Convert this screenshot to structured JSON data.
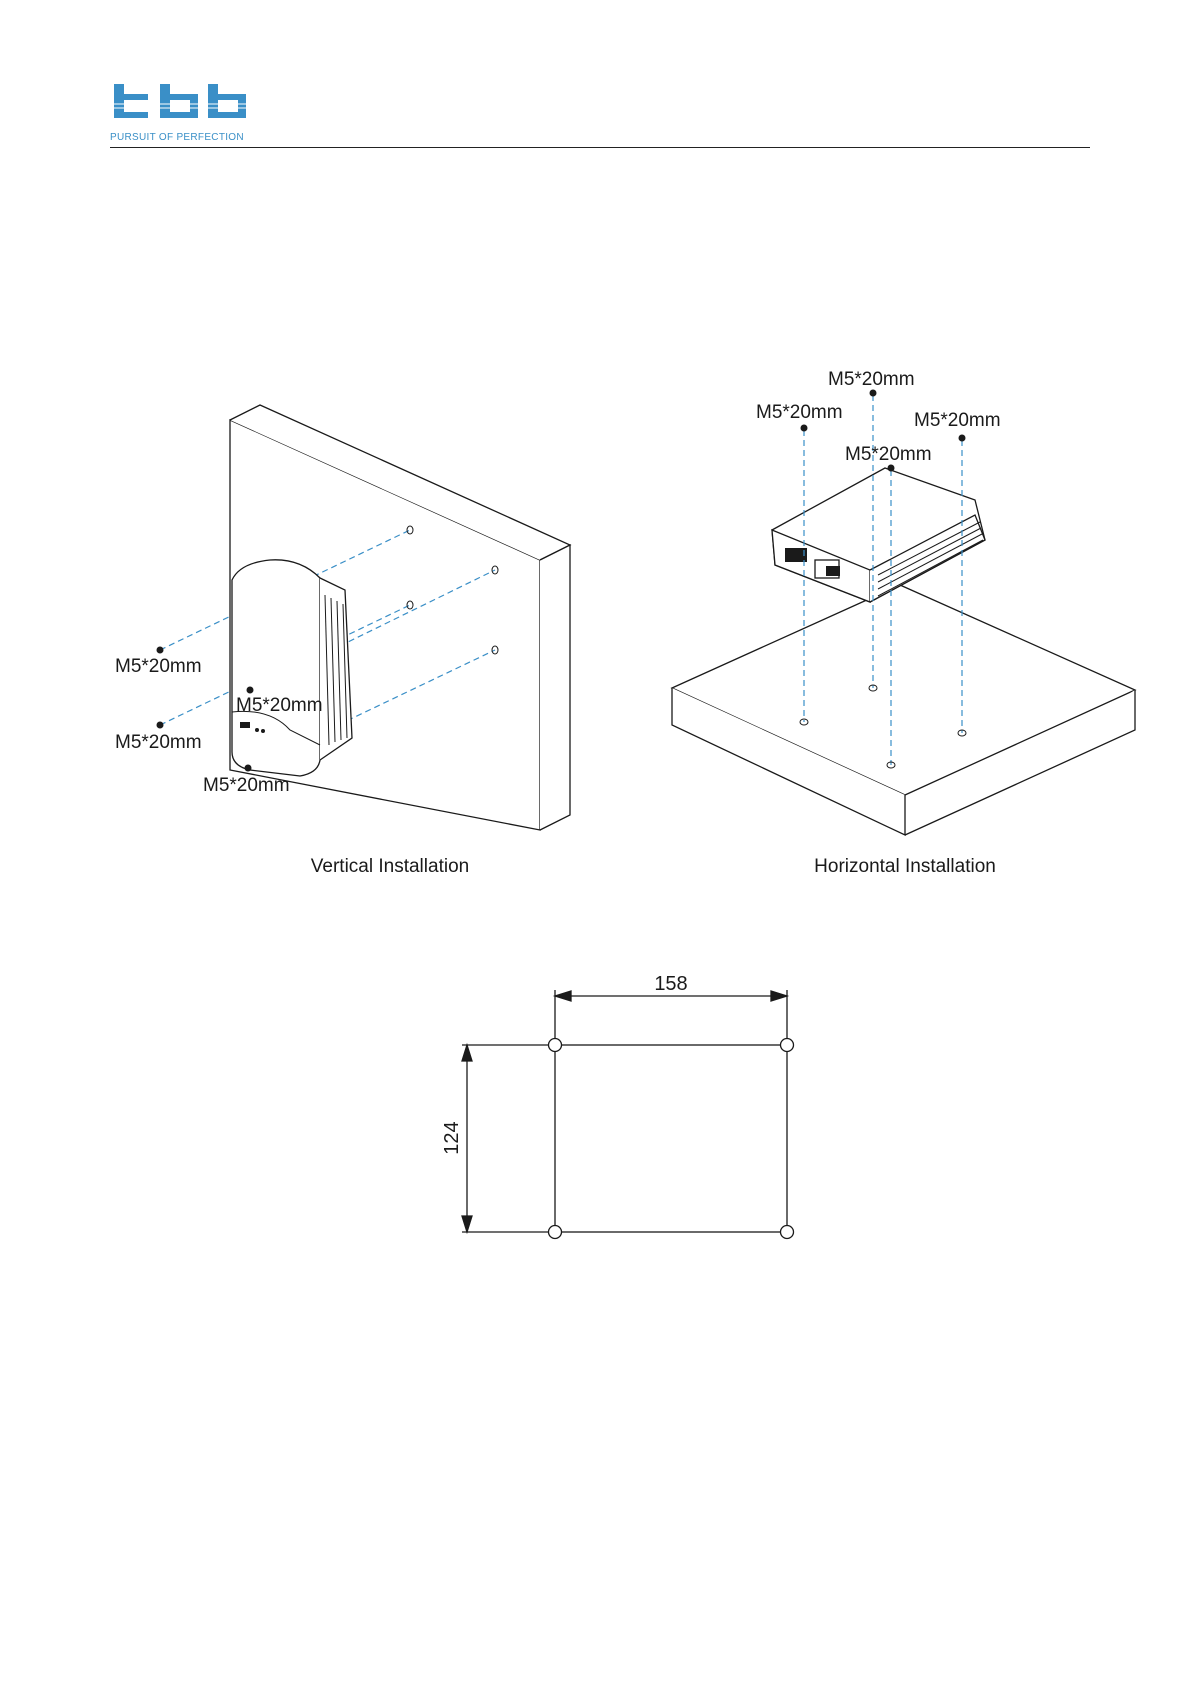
{
  "header": {
    "logo_text": "tbb",
    "tagline": "PURSUIT OF PERFECTION",
    "brand_color": "#3a8fc7"
  },
  "vertical": {
    "caption": "Vertical Installation",
    "screw_labels": [
      "M5*20mm",
      "M5*20mm",
      "M5*20mm",
      "M5*20mm"
    ]
  },
  "horizontal": {
    "caption": "Horizontal Installation",
    "screw_labels": [
      "M5*20mm",
      "M5*20mm",
      "M5*20mm",
      "M5*20mm"
    ]
  },
  "dimension_drawing": {
    "width_label": "158",
    "height_label": "124"
  }
}
